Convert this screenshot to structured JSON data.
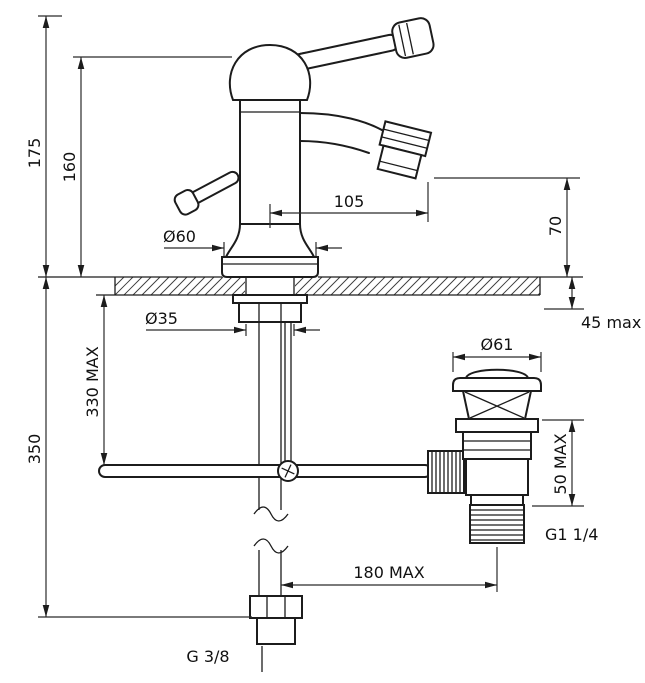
{
  "meta": {
    "kind": "technical installation drawing",
    "subject": "single-lever bidet mixer with pop-up waste"
  },
  "colors": {
    "line": "#1c1c1c",
    "dimension_line": "#2b2b2b",
    "background": "#ffffff"
  },
  "dimensions": {
    "total_height": "175",
    "body_height": "160",
    "spout_reach": "105",
    "spout_height": "70",
    "base_diameter": "Ø60",
    "hole_diameter": "Ø35",
    "deck_thickness_max": "45 max",
    "waste_flange_diameter": "Ø61",
    "rod_depth_max": "330 MAX",
    "supply_depth": "350",
    "waste_body_height_max": "50 MAX",
    "waste_thread": "G1 1/4",
    "rod_reach_max": "180 MAX",
    "inlet_thread": "G 3/8"
  }
}
